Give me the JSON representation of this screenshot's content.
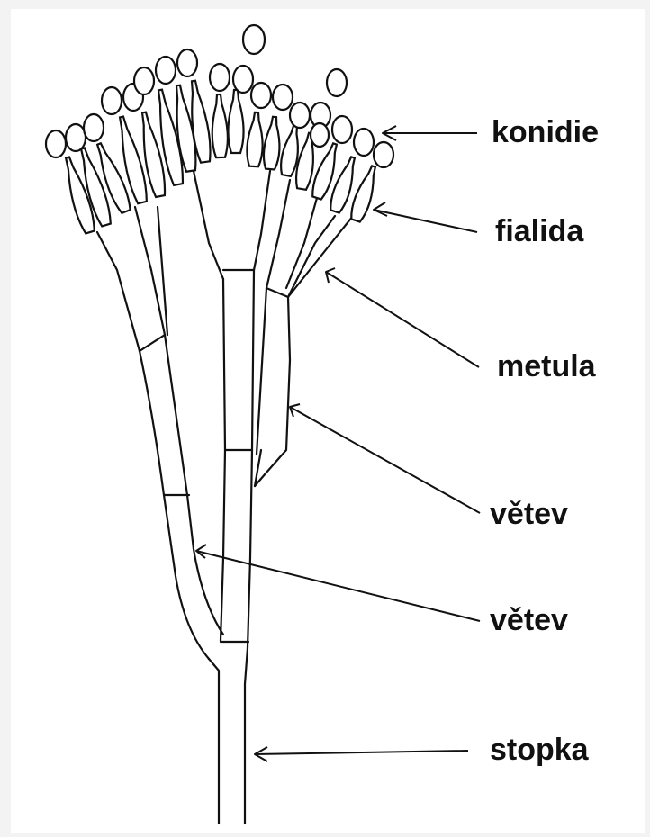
{
  "labels": {
    "konidie": "konidie",
    "fialida": "fialida",
    "metula": "metula",
    "vetev_upper": "větev",
    "vetev_lower": "větev",
    "stopka": "stopka"
  },
  "colors": {
    "background": "#f3f3f3",
    "canvas": "#ffffff",
    "ink": "#111111"
  }
}
